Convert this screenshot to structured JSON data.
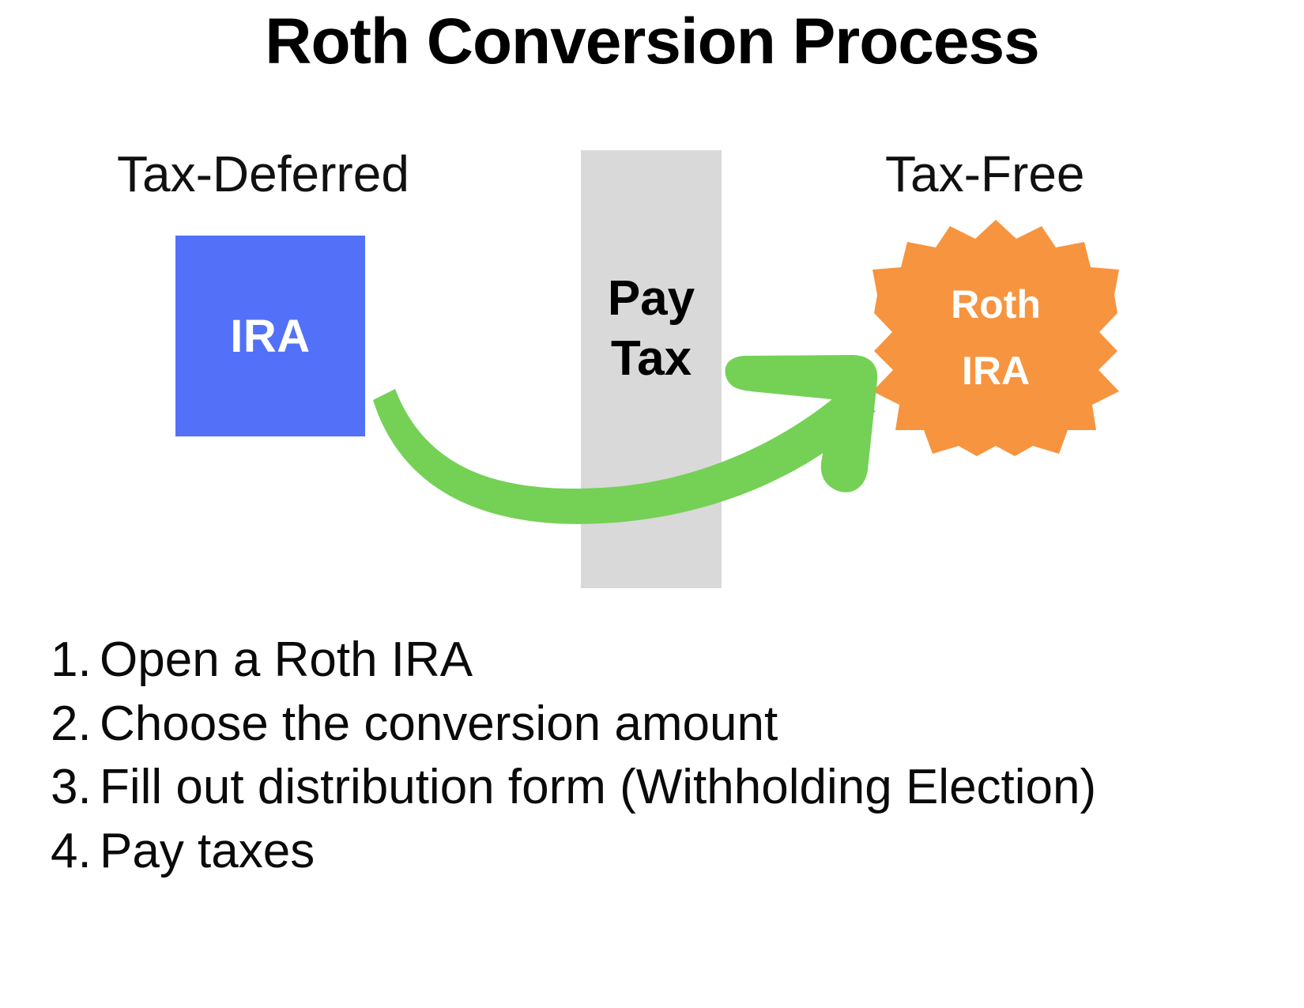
{
  "title": "Roth Conversion Process",
  "diagram": {
    "left_label": "Tax-Deferred",
    "right_label": "Tax-Free",
    "source_account": {
      "label": "IRA",
      "color": "#5271f8",
      "text_color": "#ffffff",
      "shape": "square"
    },
    "gate": {
      "line1": "Pay",
      "line2": "Tax",
      "color": "#d9d9d9",
      "text_color": "#000000",
      "shape": "vertical-bar"
    },
    "destination_account": {
      "line1": "Roth",
      "line2": "IRA",
      "color": "#f7943f",
      "text_color": "#ffffff",
      "shape": "starburst"
    },
    "arrow": {
      "color": "#74d155",
      "direction": "left-to-right-through-gate",
      "name": "conversion-arrow"
    }
  },
  "steps": [
    {
      "number": "1.",
      "text": "Open a Roth IRA"
    },
    {
      "number": "2.",
      "text": "Choose the conversion amount"
    },
    {
      "number": "3.",
      "text": "Fill out distribution form (Withholding Election)"
    },
    {
      "number": "4.",
      "text": "Pay taxes"
    }
  ],
  "colors": {
    "background": "#ffffff",
    "ira_blue": "#5271f8",
    "gate_gray": "#d9d9d9",
    "roth_orange": "#f7943f",
    "arrow_green": "#74d155",
    "text_black": "#000000"
  }
}
